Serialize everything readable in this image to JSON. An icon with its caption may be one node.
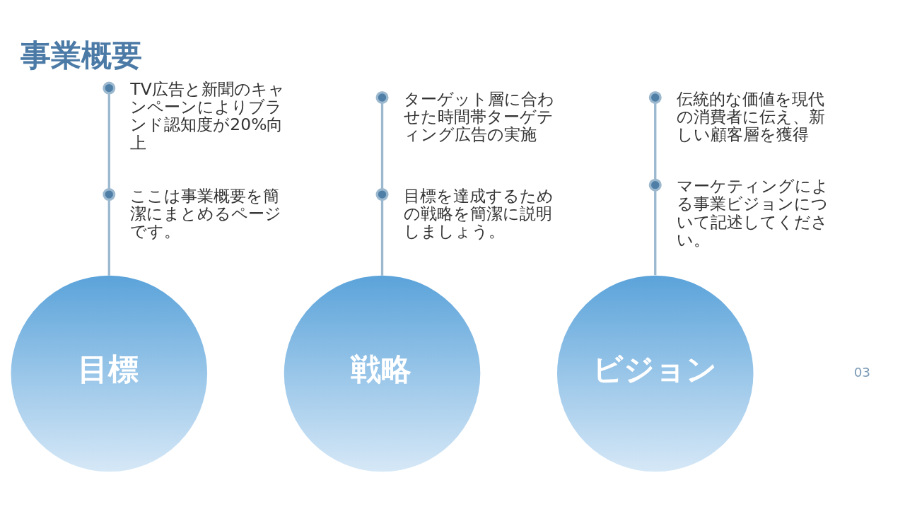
{
  "diagram": {
    "title": "事業概要",
    "nodes": [
      {
        "text": [
          "TV広告と新聞のキャンペーンによりブランド認知度が20%向上"
        ]
      },
      {
        "text": [
          "ここは事業概要を簡潔にまとめるページです。"
        ]
      },
      {
        "text": [
          "目標"
        ]
      },
      {
        "text": [
          "ターゲット層に合わせた時間帯ターゲティング広告の実施"
        ]
      },
      {
        "text": [
          "目標を達成するための戦略を簡潔に説明しましょう。"
        ]
      },
      {
        "text": [
          "戦略"
        ]
      },
      {
        "text": [
          "伝統的な価値を現代の消費者に伝え、新しい顧客層を獲得"
        ]
      },
      {
        "text": [
          "マーケティングによる事業ビジョンについて記述してください。"
        ]
      },
      {
        "text": [
          "ビジョン"
        ]
      }
    ],
    "edges": [
      {
        "from": 0,
        "to": 1,
        "arrow": "other"
      },
      {
        "from": 1,
        "to": 2,
        "arrow": "other"
      },
      {
        "from": 3,
        "to": 4,
        "arrow": "other"
      },
      {
        "from": 4,
        "to": 5,
        "arrow": "other"
      },
      {
        "from": 6,
        "to": 7,
        "arrow": "other"
      },
      {
        "from": 7,
        "to": 8,
        "arrow": "other"
      }
    ],
    "labels": [
      "03"
    ]
  }
}
